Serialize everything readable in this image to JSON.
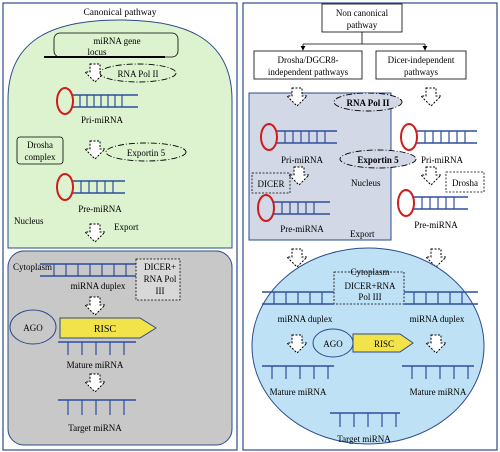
{
  "canonical": {
    "title": "Canonical pathway",
    "gene_locus": [
      "miRNA gene",
      "locus"
    ],
    "rna_pol": "RNA Pol II",
    "pri": "Pri-miRNA",
    "drosha": [
      "Drosha",
      "complex"
    ],
    "exportin": "Exportin 5",
    "pre": "Pre-miRNA",
    "nucleus": "Nucleus",
    "export": "Export",
    "cytoplasm": "Cytoplasm",
    "duplex": "miRNA duplex",
    "dicer": [
      "DICER+",
      "RNA Pol",
      "III"
    ],
    "ago": "AGO",
    "risc": "RISC",
    "mature": "Mature miRNA",
    "target": "Target miRNA"
  },
  "noncanonical": {
    "title": [
      "Non canonical",
      "pathway"
    ],
    "drosha_indep": [
      "Drosha/DGCR8-",
      "independent pathways"
    ],
    "dicer_indep": [
      "Dicer-independent",
      "pathways"
    ],
    "rna_pol": "RNA Pol II",
    "pri_left": "Pri-miRNA",
    "pri_right": "Pri-miRNA",
    "exportin": "Exportin 5",
    "dicer": "DICER",
    "nucleus": "Nucleus",
    "drosha": "Drosha",
    "pre_left": "Pre-miRNA",
    "pre_right": "Pre-miRNA",
    "export": "Export",
    "cytoplasm": "Cytoplasm",
    "dicer_pol": [
      "DICER+RNA",
      "Pol III"
    ],
    "duplex_left": "miRNA duplex",
    "duplex_right": "miRNA duplex",
    "ago": "AGO",
    "risc": "RISC",
    "mature_left": "Mature miRNA",
    "mature_right": "Mature miRNA",
    "target": "Target miRNA"
  },
  "colors": {
    "nucleus_green": "#ddf3cf",
    "cyto_gray": "#c8c8c8",
    "nucleus_gray": "#d2d8e6",
    "cyto_blue": "#bfe1f5",
    "rna_blue": "#2e4e9e",
    "loop_red": "#d01c1c",
    "risc_yellow": "#f2e34a",
    "frame_blue": "#2b4b8c"
  }
}
